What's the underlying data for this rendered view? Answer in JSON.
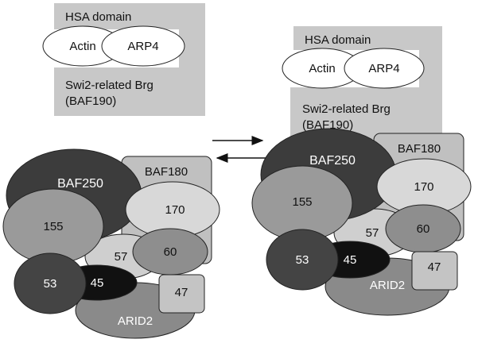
{
  "colors": {
    "hsa_box": "#c8c8c8",
    "baf250": "#3c3c3c",
    "p155": "#9a9a9a",
    "p170": "#d8d8d8",
    "baf180": "#c0c0c0",
    "p60": "#8e8e8e",
    "p57": "#cfcfcf",
    "p53": "#444444",
    "p45": "#111111",
    "arid2": "#8a8a8a",
    "p47": "#c4c4c4",
    "white": "#ffffff",
    "stroke": "#222222"
  },
  "left": {
    "hsa_label": "HSA domain",
    "actin_label": "Actin",
    "arp4_label": "ARP4",
    "swi2_line1": "Swi2-related Brg",
    "swi2_line2": "(BAF190)",
    "baf180_label": "BAF180",
    "baf250_label": "BAF250",
    "p155_label": "155",
    "p170_label": "170",
    "p57_label": "57",
    "p60_label": "60",
    "p53_label": "53",
    "p45_label": "45",
    "p47_label": "47",
    "arid2_label": "ARID2"
  },
  "right": {
    "hsa_label": "HSA domain",
    "actin_label": "Actin",
    "arp4_label": "ARP4",
    "swi2_line1": "Swi2-related Brg",
    "swi2_line2": "(BAF190)",
    "baf180_label": "BAF180",
    "baf250_label": "BAF250",
    "p155_label": "155",
    "p170_label": "170",
    "p57_label": "57",
    "p60_label": "60",
    "p53_label": "53",
    "p45_label": "45",
    "p47_label": "47",
    "arid2_label": "ARID2"
  }
}
